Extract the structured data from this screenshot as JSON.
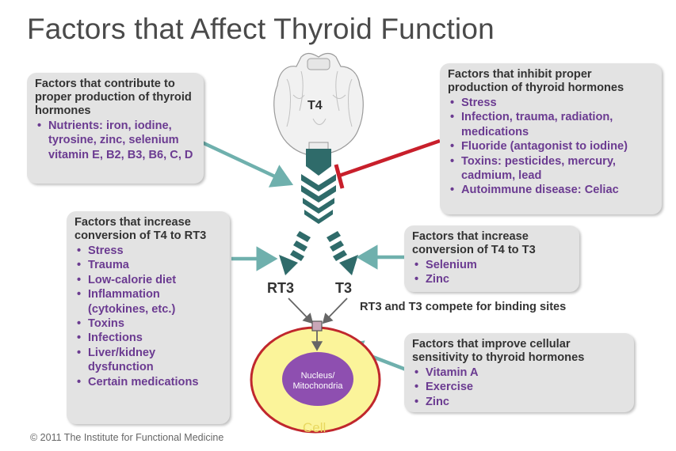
{
  "title": "Factors that Affect Thyroid Function",
  "gland_label": "T4",
  "boxes": {
    "contribute": {
      "heading": "Factors that contribute to proper production of thyroid hormones",
      "items": [
        "Nutrients:  iron, iodine, tyrosine, zinc, selenium vitamin E, B2, B3, B6, C, D"
      ]
    },
    "inhibit": {
      "heading": "Factors that inhibit proper production of thyroid hormones",
      "items": [
        "Stress",
        "Infection, trauma, radiation, medications",
        "Fluoride (antagonist to iodine)",
        "Toxins: pesticides, mercury, cadmium, lead",
        "Autoimmune disease: Celiac"
      ]
    },
    "rt3": {
      "heading": "Factors that increase conversion of T4 to RT3",
      "items": [
        "Stress",
        "Trauma",
        "Low-calorie diet",
        "Inflammation (cytokines, etc.)",
        "Toxins",
        "Infections",
        "Liver/kidney dysfunction",
        "Certain medications"
      ]
    },
    "t4t3": {
      "heading": "Factors that increase conversion of T4 to T3",
      "items": [
        "Selenium",
        "Zinc"
      ]
    },
    "sensitivity": {
      "heading": "Factors that improve cellular sensitivity to thyroid hormones",
      "items": [
        "Vitamin A",
        "Exercise",
        "Zinc"
      ]
    }
  },
  "labels": {
    "rt3": "RT3",
    "t3": "T3",
    "compete": "RT3 and T3 compete for binding sites",
    "nucleus": "Nucleus/ Mitochondria",
    "cell": "Cell"
  },
  "copyright": "© 2011 The Institute for Functional Medicine",
  "colors": {
    "arrow_teal": "#6fb0ad",
    "chevron_dark": "#2f6b6a",
    "inhibit_red": "#c81f2b",
    "cell_yellow": "#fbf49a",
    "cell_border": "#c0272d",
    "nucleus_purple": "#8e4fb0",
    "bullet_purple": "#6b3b91"
  }
}
